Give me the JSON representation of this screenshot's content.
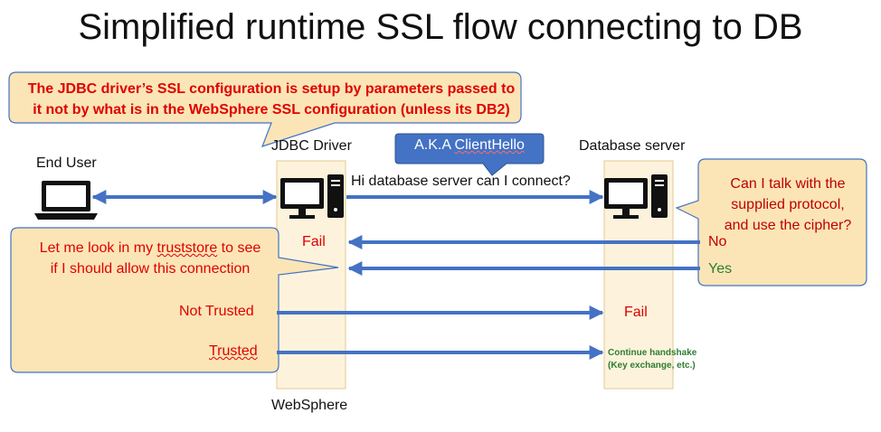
{
  "title": "Simplified runtime SSL flow connecting to DB",
  "labels": {
    "end_user": "End User",
    "jdbc_driver": "JDBC Driver",
    "database_server": "Database server",
    "websphere": "WebSphere"
  },
  "callouts": {
    "jdbc_config": {
      "line1": "The JDBC driver’s SSL configuration is setup by parameters passed to",
      "line2": "it not by what is in the WebSphere SSL configuration (unless its DB2)"
    },
    "aka_prefix": "A.K.A ",
    "aka_term": "ClientHello",
    "truststore": {
      "line1_a": "Let me look in my ",
      "line1_b": "truststore",
      "line1_c": " to see",
      "line2": "if I should allow this connection"
    },
    "db_question": {
      "line1": "Can I talk with the",
      "line2": "supplied protocol,",
      "line3": "and use the cipher?"
    }
  },
  "messages": {
    "hello": "Hi database server can I connect?",
    "fail_jdbc": "Fail",
    "no": "No",
    "yes": "Yes",
    "not_trusted": "Not Trusted",
    "trusted": "Trusted",
    "fail_db": "Fail",
    "continue_line1": "Continue handshake",
    "continue_line2": "(Key exchange, etc.)"
  },
  "icons": [
    "laptop-icon",
    "jdbc-computer-icon",
    "db-computer-icon"
  ],
  "colors": {
    "callout_fill": "#fbe5b6",
    "callout_stroke": "#4472c4",
    "lifeline_fill": "#fdf3dc",
    "arrow": "#4472c4",
    "aka_fill": "#4472c4",
    "text_red": "#e00000",
    "text_green": "#2e7d32"
  }
}
